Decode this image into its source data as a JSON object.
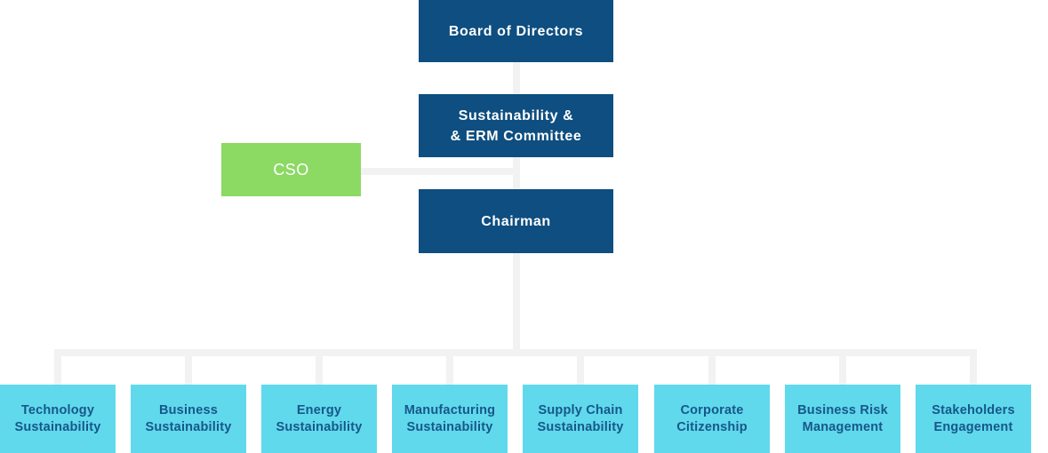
{
  "colors": {
    "dark_blue": "#0e4e80",
    "light_blue": "#60d9ec",
    "green": "#8cd964",
    "connector_gray": "#f2f2f2",
    "bottom_text_blue": "#17578a",
    "node_text_white": "#ffffff"
  },
  "org_chart": {
    "board": {
      "label": "Board of Directors"
    },
    "committee": {
      "line1": "Sustainability &",
      "line2": "& ERM Committee"
    },
    "chairman": {
      "label": "Chairman"
    },
    "cso": {
      "label": "CSO"
    },
    "bottom_nodes": [
      {
        "line1": "Technology",
        "line2": "Sustainability"
      },
      {
        "line1": "Business",
        "line2": "Sustainability"
      },
      {
        "line1": "Energy",
        "line2": "Sustainability"
      },
      {
        "line1": "Manufacturing",
        "line2": "Sustainability"
      },
      {
        "line1": "Supply Chain",
        "line2": "Sustainability"
      },
      {
        "line1": "Corporate",
        "line2": "Citizenship"
      },
      {
        "line1": "Business Risk",
        "line2": "Management"
      },
      {
        "line1": "Stakeholders",
        "line2": "Engagement"
      }
    ]
  }
}
